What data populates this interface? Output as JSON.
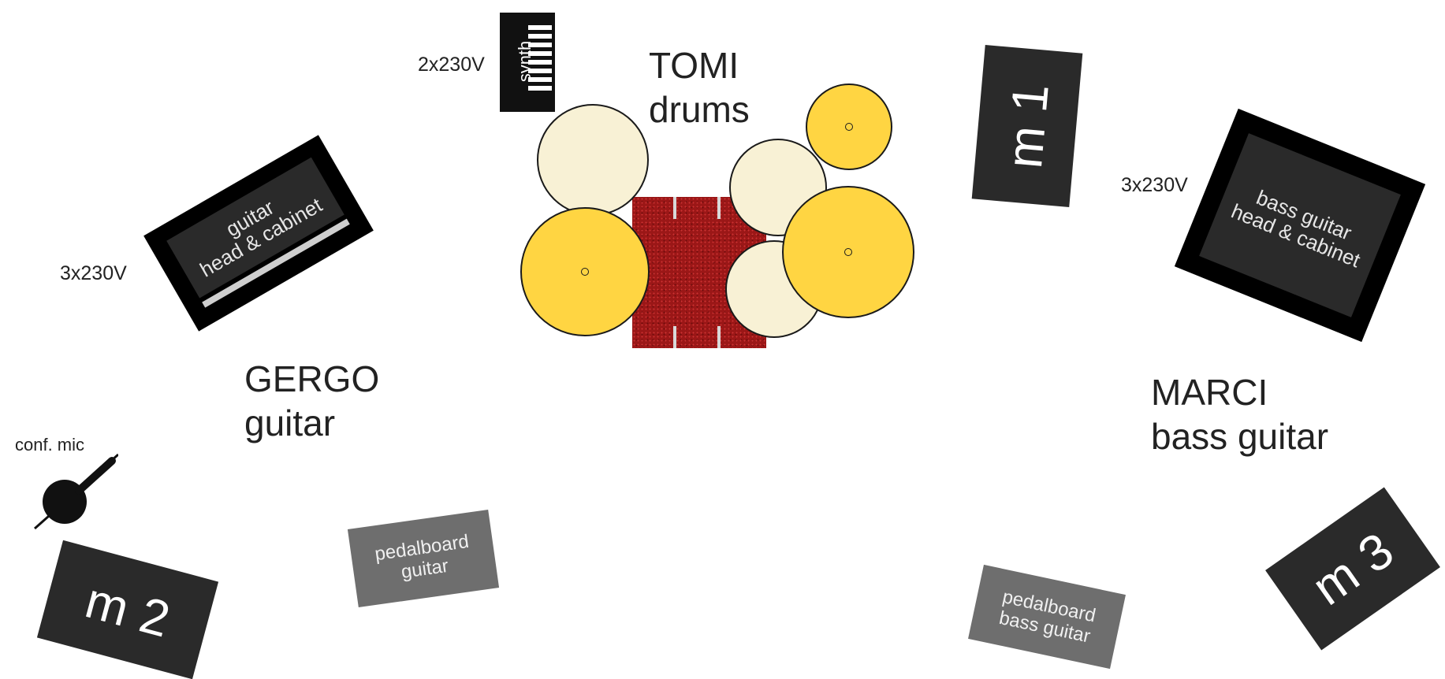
{
  "power": {
    "synth": "2x230V",
    "guitar": "3x230V",
    "bass": "3x230V"
  },
  "musicians": {
    "drums": {
      "name": "TOMI",
      "instrument": "drums"
    },
    "guitar": {
      "name": "GERGO",
      "instrument": "guitar"
    },
    "bass": {
      "name": "MARCI",
      "instrument": "bass guitar"
    }
  },
  "synth": {
    "label": "synth"
  },
  "guitar_amp": {
    "line1": "guitar",
    "line2": "head & cabinet"
  },
  "bass_amp": {
    "line1": "bass guitar",
    "line2": "head & cabinet"
  },
  "monitors": {
    "m1": "m 1",
    "m2": "m 2",
    "m3": "m 3"
  },
  "pedalboards": {
    "guitar": {
      "line1": "pedalboard",
      "line2": "guitar"
    },
    "bass": {
      "line1": "pedalboard",
      "line2": "bass guitar"
    }
  },
  "conf_mic": {
    "label": "conf. mic"
  },
  "colors": {
    "cymbal": "#ffd542",
    "tom": "#f8f1d5",
    "drum_rug": "#9b1717",
    "monitor": "#2a2a2a",
    "pedalboard": "#6e6e6e"
  }
}
